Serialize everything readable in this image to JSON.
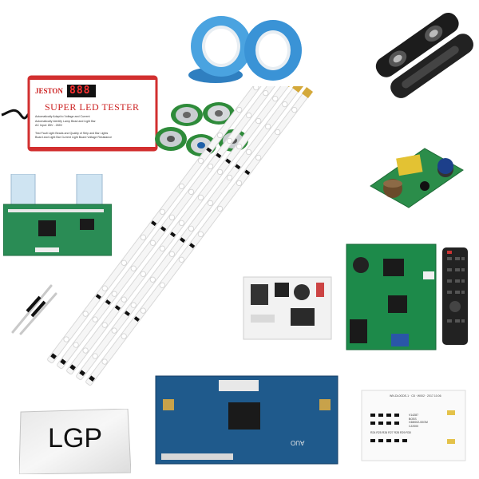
{
  "tester": {
    "brand": "JESTON",
    "display": "888",
    "title": "SUPER LED TESTER",
    "lines": [
      "Automatically Adapt to Voltage and Current",
      "Automatically Identify Lamp Bead and Light Bar",
      "AC Input: 85V - 265V",
      "Test Fault Light Beads and Quality of Strip and Bar Lights",
      "Board and Light Bar Current Light Board Voltage Resistance"
    ]
  },
  "lgp": {
    "label": "LGP"
  },
  "tcon_large": {
    "label": "AUO"
  },
  "led_board": {
    "header": "WN-DL0GDE-1 · C8 · W002 · 2017.10.06",
    "lines": [
      "V14287",
      "BOSS",
      "GD8002-00GM",
      "CJ2000",
      "R24 R25 R26 R27 R28 R29 R30"
    ]
  },
  "colors": {
    "tape_blue": "#4aa3e0",
    "pcb_green": "#1f8a4c",
    "pcb_blue": "#1f5a8c",
    "tester_red": "#d22f2f"
  }
}
